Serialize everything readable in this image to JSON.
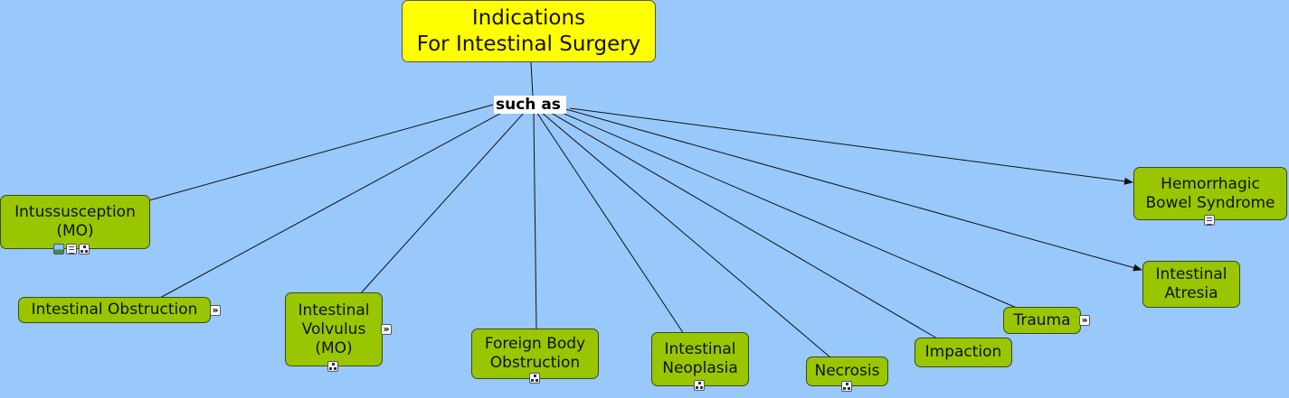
{
  "root": {
    "label": "Indications\nFor Intestinal Surgery"
  },
  "linking_phrase": "such as",
  "concepts": [
    {
      "id": "intussusception",
      "label": "Intussusception\n(MO)"
    },
    {
      "id": "intestinal-obstruction",
      "label": "Intestinal Obstruction"
    },
    {
      "id": "intestinal-volvulus",
      "label": "Intestinal\nVolvulus\n(MO)"
    },
    {
      "id": "foreign-body-obstruction",
      "label": "Foreign Body\nObstruction"
    },
    {
      "id": "intestinal-neoplasia",
      "label": "Intestinal\nNeoplasia"
    },
    {
      "id": "necrosis",
      "label": "Necrosis"
    },
    {
      "id": "impaction",
      "label": "Impaction"
    },
    {
      "id": "trauma",
      "label": "Trauma"
    },
    {
      "id": "intestinal-atresia",
      "label": "Intestinal\nAtresia"
    },
    {
      "id": "hemorrhagic-bowel-syndrome",
      "label": "Hemorrhagic\nBowel Syndrome"
    }
  ],
  "resource_icons": {
    "intussusception": [
      "image-icon",
      "document-icon",
      "concept-map-icon"
    ],
    "intestinal-obstruction": [
      "expand-icon"
    ],
    "intestinal-volvulus": [
      "expand-icon",
      "concept-map-icon"
    ],
    "foreign-body-obstruction": [
      "concept-map-icon"
    ],
    "intestinal-neoplasia": [
      "concept-map-icon"
    ],
    "necrosis": [
      "concept-map-icon"
    ],
    "trauma": [
      "expand-icon"
    ],
    "hemorrhagic-bowel-syndrome": [
      "document-icon"
    ]
  },
  "colors": {
    "background": "#99c8fa",
    "root_fill": "#ffff00",
    "concept_fill": "#99c600",
    "line": "#111111"
  }
}
